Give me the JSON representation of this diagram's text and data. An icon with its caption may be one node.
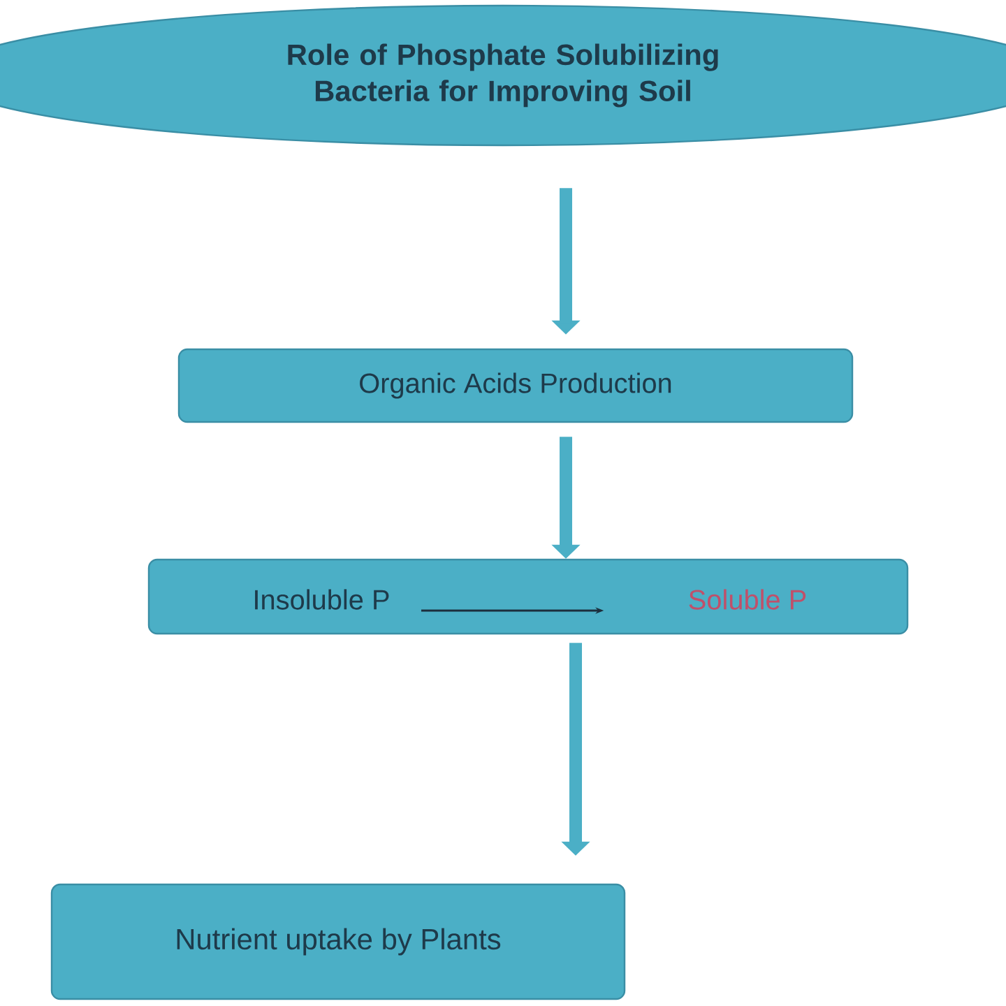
{
  "diagram": {
    "nodes": [
      {
        "text": [
          "Role of Phosphate Solubilizing Bacteria for Improving Soil"
        ]
      },
      {
        "text": [
          "Organic Acids Production"
        ]
      },
      {
        "text": [],
        "shape": "box"
      },
      {
        "text": [
          "Insoluble P"
        ],
        "in": 2
      },
      {
        "text": [
          "Soluble P"
        ],
        "in": 2
      },
      {
        "text": [
          "Nutrient uptake by Plants"
        ]
      }
    ],
    "edges": [
      {
        "from": 0,
        "to": 1,
        "arrow": "to"
      },
      {
        "from": 1,
        "to": 2,
        "arrow": "to"
      },
      {
        "from": 3,
        "to": 4,
        "arrow": "to",
        "color": "#1c2f3d"
      },
      {
        "from": 2,
        "to": 5,
        "arrow": "to"
      }
    ]
  }
}
